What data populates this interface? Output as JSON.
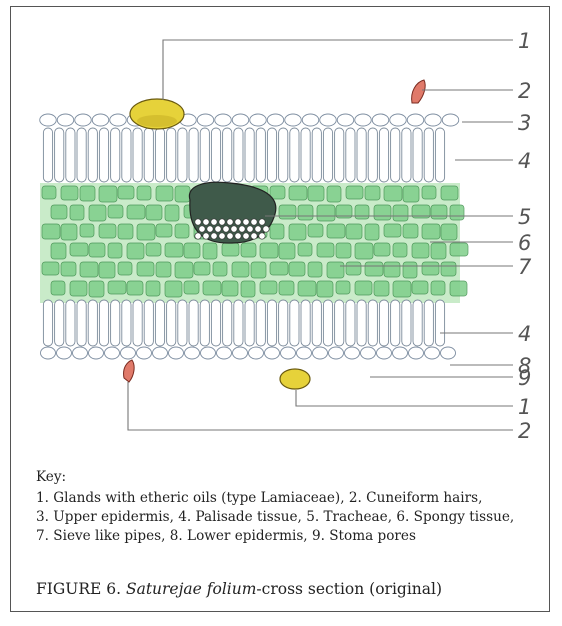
{
  "figure": {
    "labels": [
      {
        "number": "1",
        "part": "gland-top"
      },
      {
        "number": "2",
        "part": "hair-top"
      },
      {
        "number": "3",
        "part": "upper-epidermis"
      },
      {
        "number": "4",
        "part": "palisade-top"
      },
      {
        "number": "5",
        "part": "tracheae"
      },
      {
        "number": "6",
        "part": "spongy-tissue"
      },
      {
        "number": "7",
        "part": "sieve-pipes"
      },
      {
        "number": "4",
        "part": "palisade-bottom"
      },
      {
        "number": "8",
        "part": "lower-epidermis"
      },
      {
        "number": "9",
        "part": "stoma-pores"
      },
      {
        "number": "1",
        "part": "gland-bottom"
      },
      {
        "number": "2",
        "part": "hair-bottom"
      }
    ],
    "colors": {
      "gland": "#e6d23a",
      "hair": "#e07a6a",
      "spongy": "#7fce8a",
      "spongy_light": "#c9ebc9",
      "palisade_stroke": "#7b8a9a",
      "tracheae": "#2d3f36",
      "line": "#777777"
    }
  },
  "key": {
    "title": "Key:",
    "line1": "1. Glands with etheric oils (type Lamiaceae), 2. Cuneiform hairs,",
    "line2": "3. Upper epidermis, 4. Palisade tissue, 5. Tracheae, 6. Spongy tissue,",
    "line3": "7. Sieve like pipes, 8. Lower epidermis, 9. Stoma pores"
  },
  "caption": {
    "prefix": "FIGURE 6. ",
    "italic": "Saturejae folium",
    "suffix": "-cross section (original)"
  }
}
